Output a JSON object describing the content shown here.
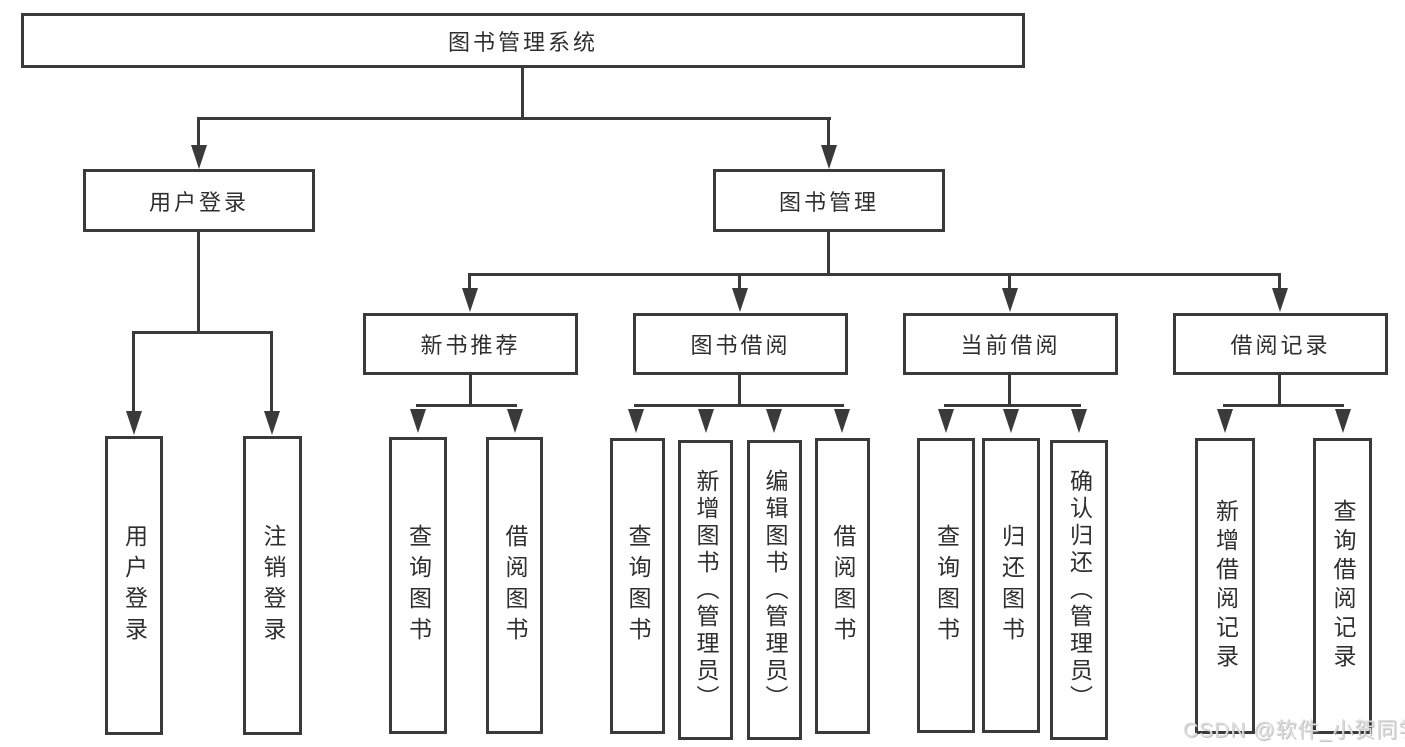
{
  "diagram": {
    "title": "图书管理系统",
    "level2": [
      {
        "label": "用户登录",
        "leaves": [
          "用户登录",
          "注销登录"
        ]
      },
      {
        "label": "图书管理",
        "children": [
          {
            "label": "新书推荐",
            "leaves": [
              "查询图书",
              "借阅图书"
            ]
          },
          {
            "label": "图书借阅",
            "leaves": [
              "查询图书",
              "新增图书（管理员）",
              "编辑图书（管理员）",
              "借阅图书"
            ]
          },
          {
            "label": "当前借阅",
            "leaves": [
              "查询图书",
              "归还图书",
              "确认归还（管理员）"
            ]
          },
          {
            "label": "借阅记录",
            "leaves": [
              "新增借阅记录",
              "查询借阅记录"
            ]
          }
        ]
      }
    ],
    "watermark": "CSDN @软件_小贺同学"
  },
  "colors": {
    "line": "#3a3a3a",
    "text": "#2f2f2f",
    "background": "#ffffff",
    "watermark": "#dcdcdc"
  }
}
